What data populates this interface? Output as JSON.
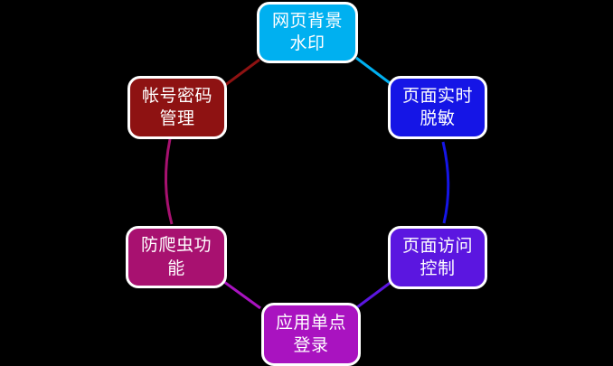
{
  "diagram": {
    "type": "cycle",
    "background_color": "#000000",
    "node_border_color": "#ffffff",
    "node_text_color": "#ffffff",
    "nodes": [
      {
        "id": "watermark",
        "label": "网页背景\n水印",
        "line1": "网页背景",
        "line2": "水印",
        "color": "#00b0f0",
        "position": "top"
      },
      {
        "id": "masking",
        "label": "页面实时\n脱敏",
        "line1": "页面实时",
        "line2": "脱敏",
        "color": "#1515e6",
        "position": "top-right"
      },
      {
        "id": "access",
        "label": "页面访问\n控制",
        "line1": "页面访问",
        "line2": "控制",
        "color": "#5b16e0",
        "position": "bottom-right"
      },
      {
        "id": "sso",
        "label": "应用单点\n登录",
        "line1": "应用单点",
        "line2": "登录",
        "color": "#a913c0",
        "position": "bottom"
      },
      {
        "id": "anticrawler",
        "label": "防爬虫功\n能",
        "line1": "防爬虫功",
        "line2": "能",
        "color": "#a81170",
        "position": "bottom-left"
      },
      {
        "id": "account",
        "label": "帐号密码\n管理",
        "line1": "帐号密码",
        "line2": "管理",
        "color": "#8e1212",
        "position": "top-left"
      }
    ],
    "connectors": [
      {
        "id": "account-to-watermark",
        "from": "account",
        "to": "watermark",
        "color": "#8e1212"
      },
      {
        "id": "watermark-to-masking",
        "from": "watermark",
        "to": "masking",
        "color": "#00b0f0"
      },
      {
        "id": "masking-to-access",
        "from": "masking",
        "to": "access",
        "color": "#1515e6"
      },
      {
        "id": "access-to-sso",
        "from": "access",
        "to": "sso",
        "color": "#5b16e0"
      },
      {
        "id": "sso-to-anticrawler",
        "from": "sso",
        "to": "anticrawler",
        "color": "#a913c0"
      },
      {
        "id": "anticrawler-to-account",
        "from": "anticrawler",
        "to": "account",
        "color": "#a81170"
      }
    ]
  }
}
